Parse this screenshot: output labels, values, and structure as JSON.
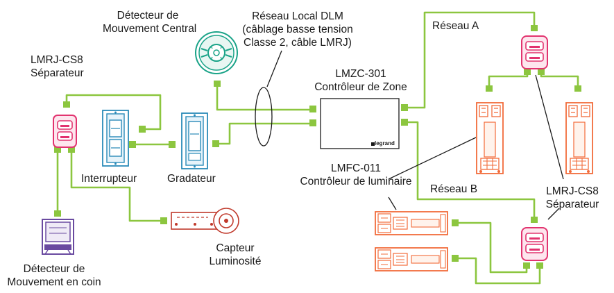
{
  "labels": {
    "central_detector": [
      "Détecteur de",
      "Mouvement Central"
    ],
    "dlm_network": [
      "Réseau Local DLM",
      "(câblage basse tension",
      "Classe 2, câble LMRJ)"
    ],
    "splitter_left": [
      "LMRJ-CS8",
      "Séparateur"
    ],
    "zone_controller": [
      "LMZC-301",
      "Contrôleur de Zone"
    ],
    "network_a": "Réseau A",
    "switch": "Interrupteur",
    "dimmer": "Gradateur",
    "fixture_controller": [
      "LMFC-011",
      "Contrôleur de luminaire"
    ],
    "network_b": "Réseau B",
    "splitter_right": [
      "LMRJ-CS8",
      "Séparateur"
    ],
    "light_sensor": [
      "Capteur",
      "Luminosité"
    ],
    "corner_detector": [
      "Détecteur de",
      "Mouvement en coin"
    ]
  },
  "zone_controller_brand": "legrand",
  "colors": {
    "cable": "#8cc63f",
    "splitter": "#e2336f",
    "central_sensor": "#1aa388",
    "switch_device": "#2a8ab8",
    "fixture_controller": "#f26b3a",
    "corner_sensor": "#6a4aa0",
    "light_sensor_device": "#c0392b",
    "line": "#1a1a1a"
  }
}
